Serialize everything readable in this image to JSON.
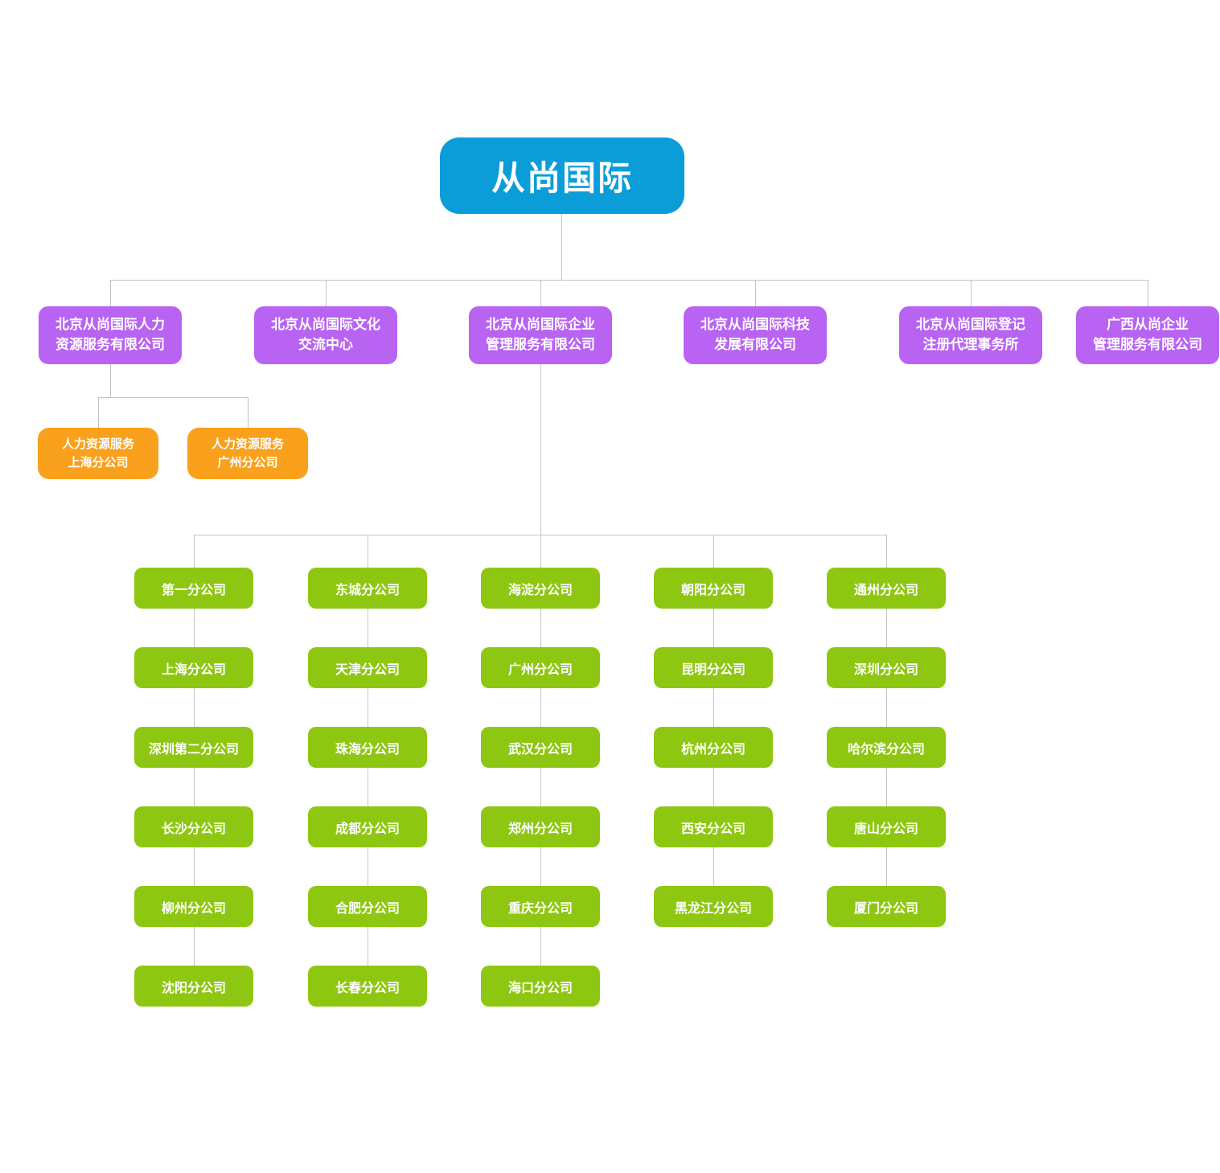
{
  "colors": {
    "root": "#0a9dd8",
    "level2": "#b863f2",
    "hr": "#f9a11c",
    "branch": "#8ec712",
    "connector": "#c3c3c3",
    "text": "#ffffff",
    "background": "#ffffff"
  },
  "chart": {
    "type": "org-chart",
    "root": {
      "label": "从尚国际"
    },
    "level2": [
      {
        "lines": [
          "北京从尚国际人力",
          "资源服务有限公司"
        ]
      },
      {
        "lines": [
          "北京从尚国际文化",
          "交流中心"
        ]
      },
      {
        "lines": [
          "北京从尚国际企业",
          "管理服务有限公司"
        ]
      },
      {
        "lines": [
          "北京从尚国际科技",
          "发展有限公司"
        ]
      },
      {
        "lines": [
          "北京从尚国际登记",
          "注册代理事务所"
        ]
      },
      {
        "lines": [
          "广西从尚企业",
          "管理服务有限公司"
        ]
      }
    ],
    "hr_branches": [
      {
        "lines": [
          "人力资源服务",
          "上海分公司"
        ]
      },
      {
        "lines": [
          "人力资源服务",
          "广州分公司"
        ]
      }
    ],
    "branch_columns": [
      {
        "items": [
          "第一分公司",
          "上海分公司",
          "深圳第二分公司",
          "长沙分公司",
          "柳州分公司",
          "沈阳分公司"
        ]
      },
      {
        "items": [
          "东城分公司",
          "天津分公司",
          "珠海分公司",
          "成都分公司",
          "合肥分公司",
          "长春分公司"
        ]
      },
      {
        "items": [
          "海淀分公司",
          "广州分公司",
          "武汉分公司",
          "郑州分公司",
          "重庆分公司",
          "海口分公司"
        ]
      },
      {
        "items": [
          "朝阳分公司",
          "昆明分公司",
          "杭州分公司",
          "西安分公司",
          "黑龙江分公司"
        ]
      },
      {
        "items": [
          "通州分公司",
          "深圳分公司",
          "哈尔滨分公司",
          "唐山分公司",
          "厦门分公司"
        ]
      }
    ]
  }
}
